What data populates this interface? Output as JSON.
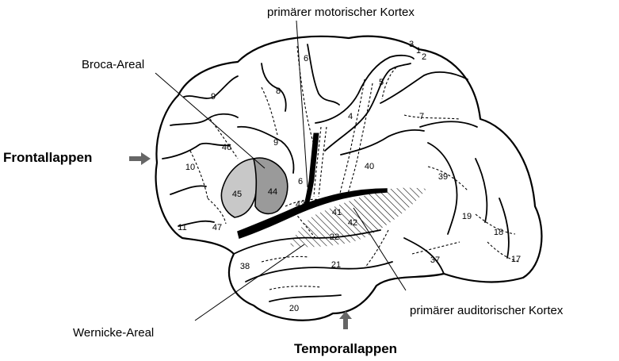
{
  "labels": {
    "motor_cortex": "primärer motorischer Kortex",
    "broca": "Broca-Areal",
    "frontal_lobe": "Frontallappen",
    "auditory_cortex": "primärer auditorischer Kortex",
    "wernicke": "Wernicke-Areal",
    "temporal_lobe": "Temporallappen"
  },
  "brodmann_areas": {
    "a1": "1",
    "a2": "2",
    "a3": "3",
    "a4": "4",
    "a5": "5",
    "a6": "6",
    "a6b": "6",
    "a7": "7",
    "a8": "8",
    "a9": "9",
    "a9b": "9",
    "a10": "10",
    "a11": "11",
    "a17": "17",
    "a18": "18",
    "a19": "19",
    "a20": "20",
    "a21": "21",
    "a22": "22",
    "a37": "37",
    "a38": "38",
    "a39": "39",
    "a40": "40",
    "a41": "41",
    "a42": "42",
    "a43": "43",
    "a44": "44",
    "a45": "45",
    "a46": "46",
    "a47": "47"
  },
  "colors": {
    "broca_44": "#9a9a9a",
    "broca_45": "#c8c8c8",
    "arrow": "#666666",
    "outline": "#000000"
  }
}
